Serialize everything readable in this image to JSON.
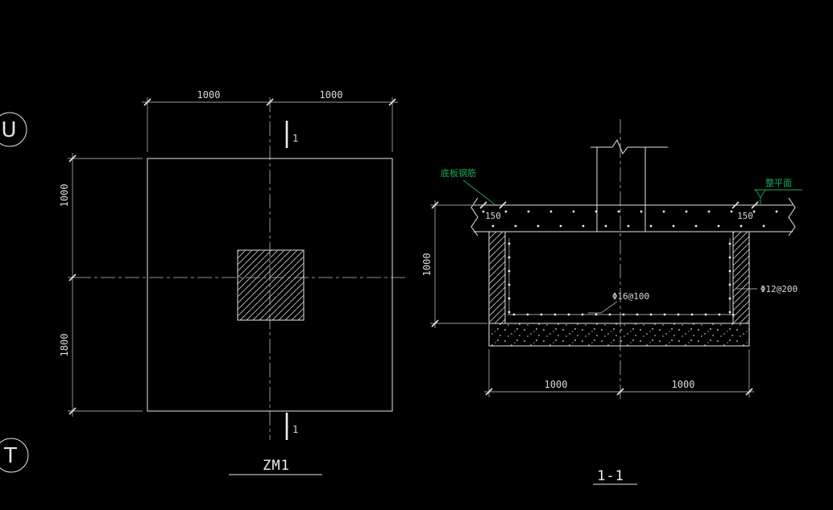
{
  "colors": {
    "background": "#000000",
    "line": "#e6e6e6",
    "dim_text": "#d9d9d9",
    "annotation_green": "#1bac55"
  },
  "grid": {
    "bubble_top": "U",
    "bubble_bottom": "T"
  },
  "plan_view": {
    "title": "ZM1",
    "dim_top_left": "1000",
    "dim_top_right": "1000",
    "dim_left_upper": "1000",
    "dim_left_lower": "1800",
    "section_mark_top": "1",
    "section_mark_bottom": "1"
  },
  "section_view": {
    "title": "1-1",
    "dim_left": "1000",
    "dim_bottom_left": "1000",
    "dim_bottom_right": "1000",
    "dim_edge_left": "150",
    "dim_edge_right": "150",
    "label_bottom_rebar": "Φ16@100",
    "label_side_rebar": "Φ12@200",
    "note_left": "底板钢筋",
    "note_right": "整平面"
  }
}
